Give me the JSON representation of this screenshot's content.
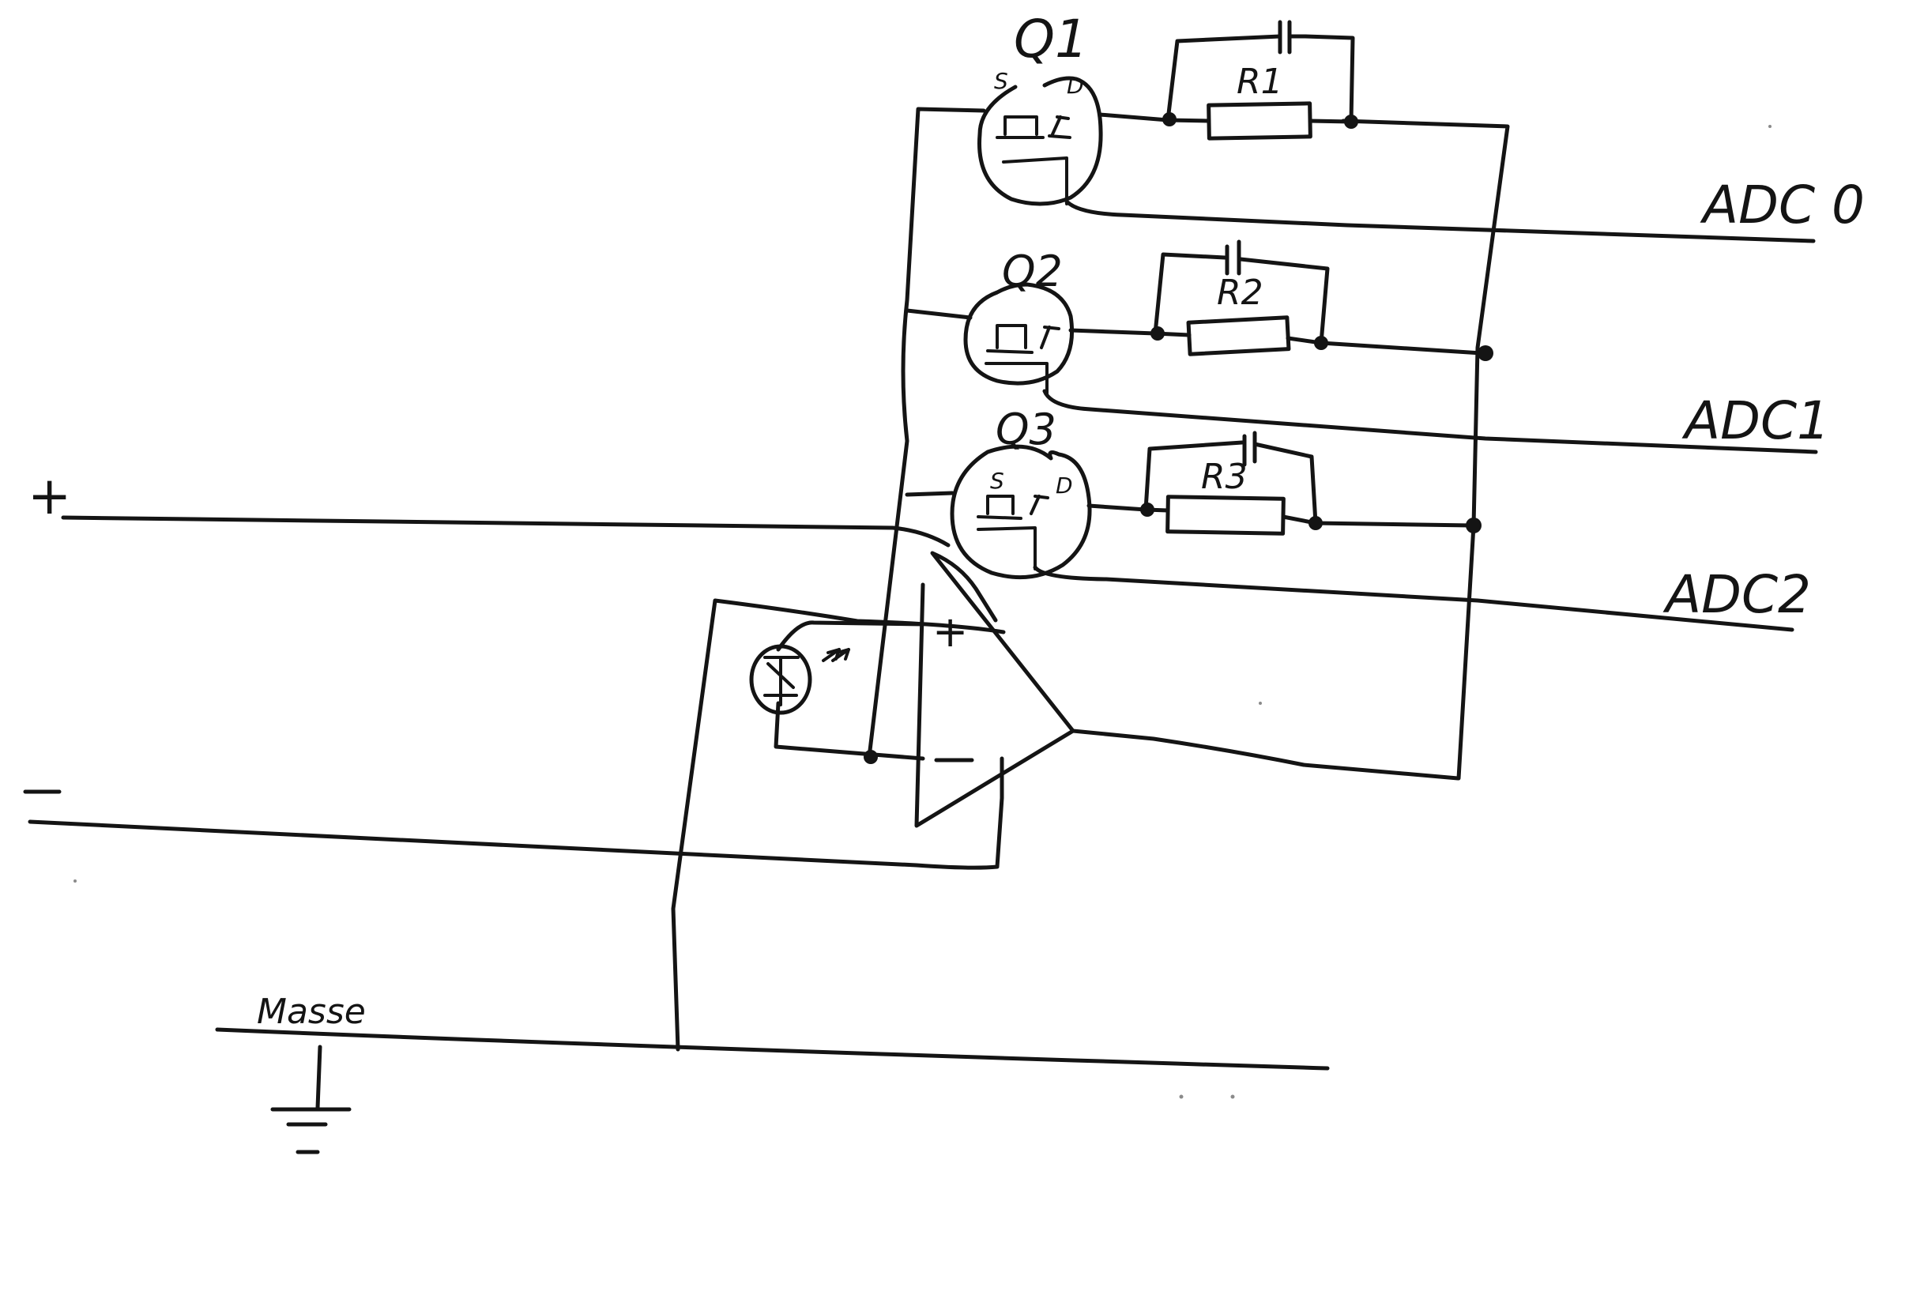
{
  "components": {
    "transistors": [
      "Q1",
      "Q2",
      "Q3"
    ],
    "resistors": [
      "R1",
      "R2",
      "R3"
    ],
    "pin_source": "S",
    "pin_drain": "D",
    "opamp_plus": "+",
    "opamp_minus": "−"
  },
  "ports": {
    "plus": "+",
    "minus": "−",
    "adc0": "ADC 0",
    "adc1": "ADC1",
    "adc2": "ADC2",
    "ground": "Masse"
  },
  "colors": {
    "ink": "#141414",
    "paper": "#ffffff"
  }
}
